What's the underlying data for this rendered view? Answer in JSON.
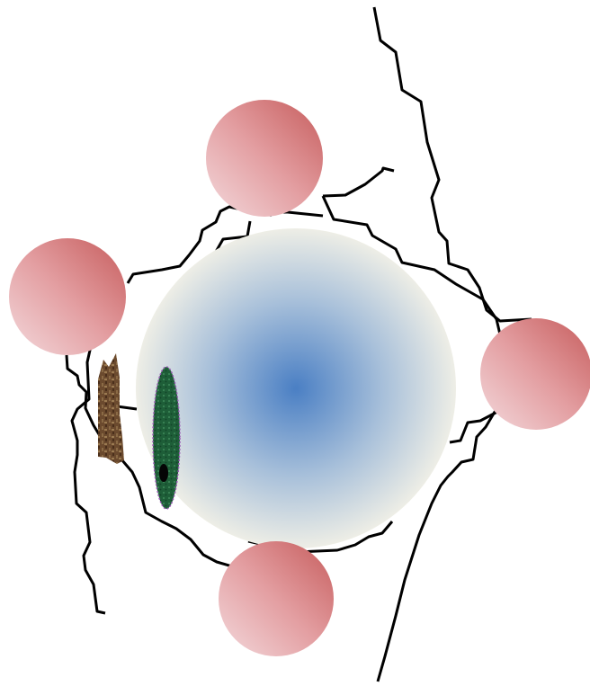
{
  "scene": {
    "central_node": {
      "name": "central-sphere",
      "gradient_center": "#4a7fc4",
      "gradient_edge": "#eeeee6"
    },
    "satellite_nodes": [
      {
        "name": "satellite-node-top"
      },
      {
        "name": "satellite-node-left"
      },
      {
        "name": "satellite-node-right"
      },
      {
        "name": "satellite-node-bottom"
      }
    ],
    "satellite_colors": {
      "light": "#f3d9dc",
      "mid": "#e39ea1",
      "dark": "#c65c5c"
    },
    "line_color": "#000000",
    "small_objects": [
      {
        "name": "brown-texture-block",
        "color": "#6b4a2e"
      },
      {
        "name": "green-ellipse",
        "color": "#1e5e38",
        "outline": "#9b59b6"
      }
    ]
  }
}
